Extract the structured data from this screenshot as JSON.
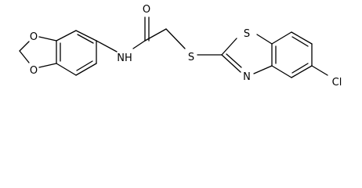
{
  "molecule": {
    "atom_labels": {
      "carbonyl_oxygen": "O",
      "amide_nh": "NH",
      "thioether_sulfur": "S",
      "ring_sulfur": "S",
      "ring_nitrogen": "N",
      "chlorine": "Cl",
      "dioxole_oxygen_upper": "O",
      "dioxole_oxygen_lower": "O"
    },
    "colors": {
      "bond": "#000000",
      "label": "#000000",
      "background": "#ffffff"
    }
  }
}
